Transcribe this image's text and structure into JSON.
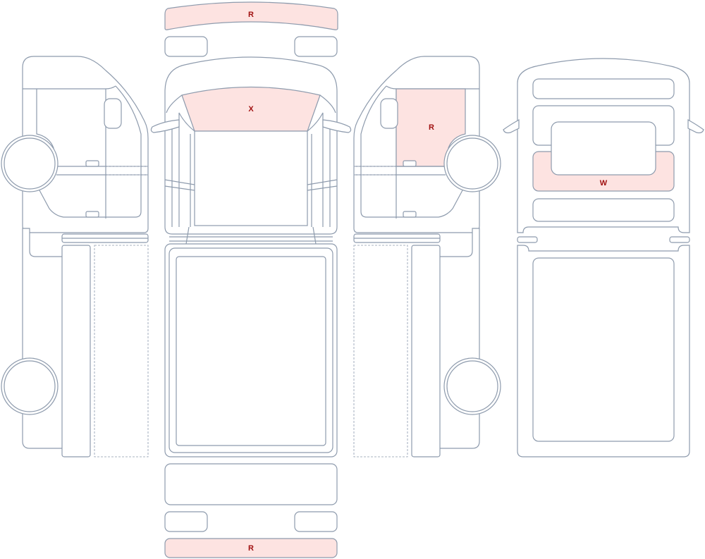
{
  "colors": {
    "outline": "#8e9bad",
    "damage_fill": "#fde3e1",
    "damage_text": "#a01010"
  },
  "damage_codes": {
    "front_bumper": "R",
    "windshield": "X",
    "right_front_door": "R",
    "rear_door_panel": "W",
    "rear_bumper": "R"
  }
}
